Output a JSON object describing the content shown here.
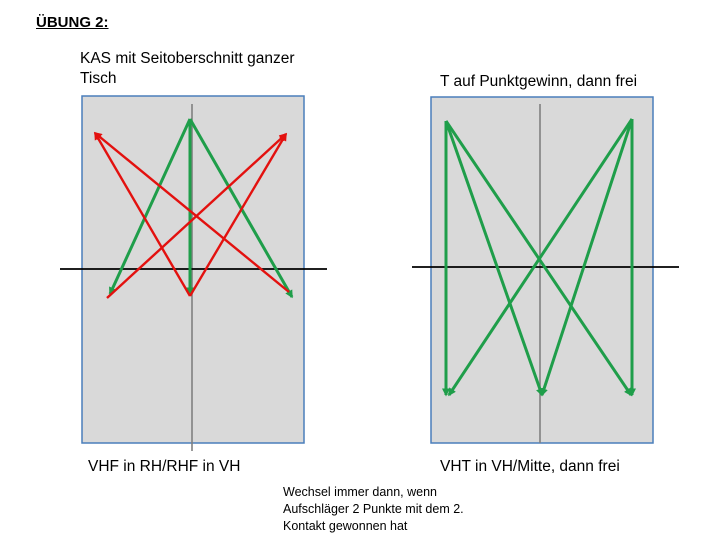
{
  "title": "ÜBUNG 2:",
  "left_diagram": {
    "caption_top": "KAS mit Seitoberschnitt ganzer\nTisch",
    "caption_bottom": "VHF in RH/RHF in VH"
  },
  "right_diagram": {
    "caption_top": "T auf Punktgewinn, dann frei",
    "caption_bottom": "VHT in VH/Mitte, dann frei"
  },
  "note": "Wechsel immer dann, wenn\nAufschläger 2 Punkte mit dem 2.\nKontakt gewonnen hat",
  "colors": {
    "table_fill": "#d9d9d9",
    "table_border": "#4a7ebb",
    "green_arrow": "#1f9e4a",
    "red_arrow": "#e3110f"
  }
}
